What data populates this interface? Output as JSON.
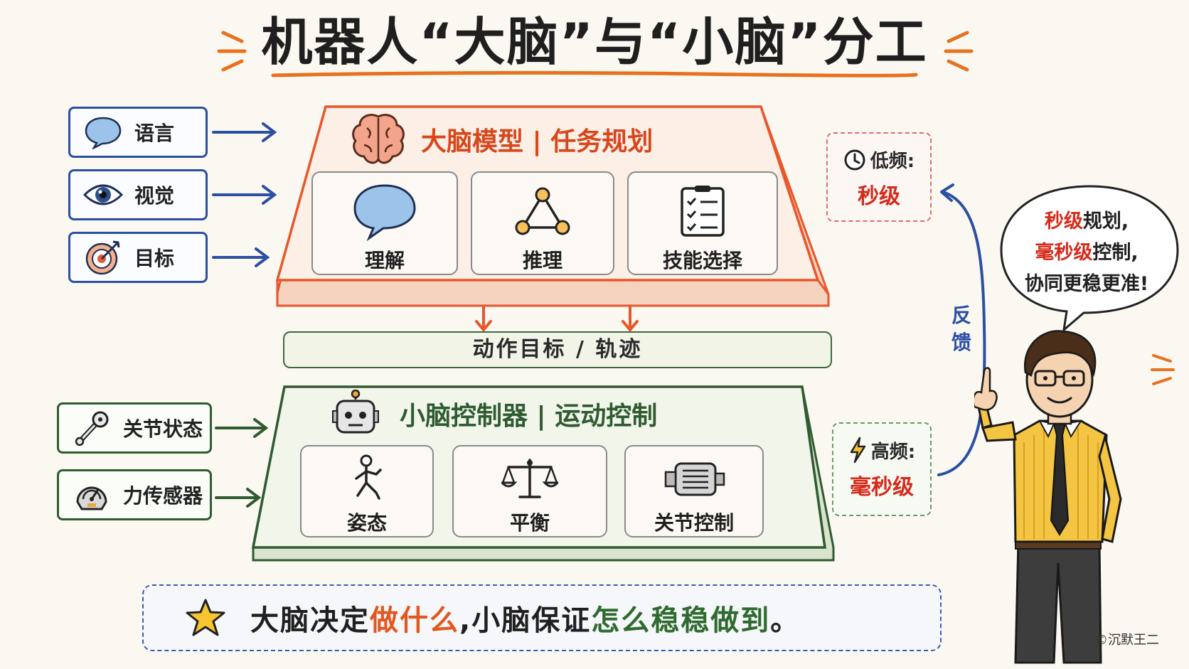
{
  "title": "机器人“大脑”与“小脑”分工",
  "inputs_top": [
    {
      "label": "语言",
      "icon": "speech-bubble-icon"
    },
    {
      "label": "视觉",
      "icon": "eye-icon"
    },
    {
      "label": "目标",
      "icon": "target-icon"
    }
  ],
  "inputs_bottom": [
    {
      "label": "关节状态",
      "icon": "wrench-joint-icon"
    },
    {
      "label": "力传感器",
      "icon": "gauge-icon"
    }
  ],
  "brain": {
    "title": "大脑模型 | 任务规划",
    "cards": [
      {
        "label": "理解",
        "icon": "speech-bubble-icon"
      },
      {
        "label": "推理",
        "icon": "triangle-nodes-icon"
      },
      {
        "label": "技能选择",
        "icon": "checklist-icon"
      }
    ]
  },
  "middle": {
    "label": "动作目标 / 轨迹"
  },
  "cerebellum": {
    "title": "小脑控制器 | 运动控制",
    "cards": [
      {
        "label": "姿态",
        "icon": "walking-figure-icon"
      },
      {
        "label": "平衡",
        "icon": "balance-scale-icon"
      },
      {
        "label": "关节控制",
        "icon": "motor-icon"
      }
    ]
  },
  "freq_low": {
    "label": "低频:",
    "value": "秒级"
  },
  "freq_high": {
    "label": "高频:",
    "value": "毫秒级"
  },
  "feedback": "反馈",
  "speech": {
    "line1_red": "秒级",
    "line1_rest": "规划,",
    "line2_red": "毫秒级",
    "line2_rest": "控制,",
    "line3": "协同更稳更准!"
  },
  "summary": {
    "part1": "大脑决定",
    "part2": "做什么",
    "part3": ",小脑保证",
    "part4": "怎么稳稳做到",
    "part5": "。"
  },
  "copyright": "©沉默王二",
  "colors": {
    "brain_orange": "#e8562a",
    "cerebellum_green": "#2f5b31",
    "input_blue": "#2b4fa3",
    "highlight_red": "#d62a1a"
  }
}
